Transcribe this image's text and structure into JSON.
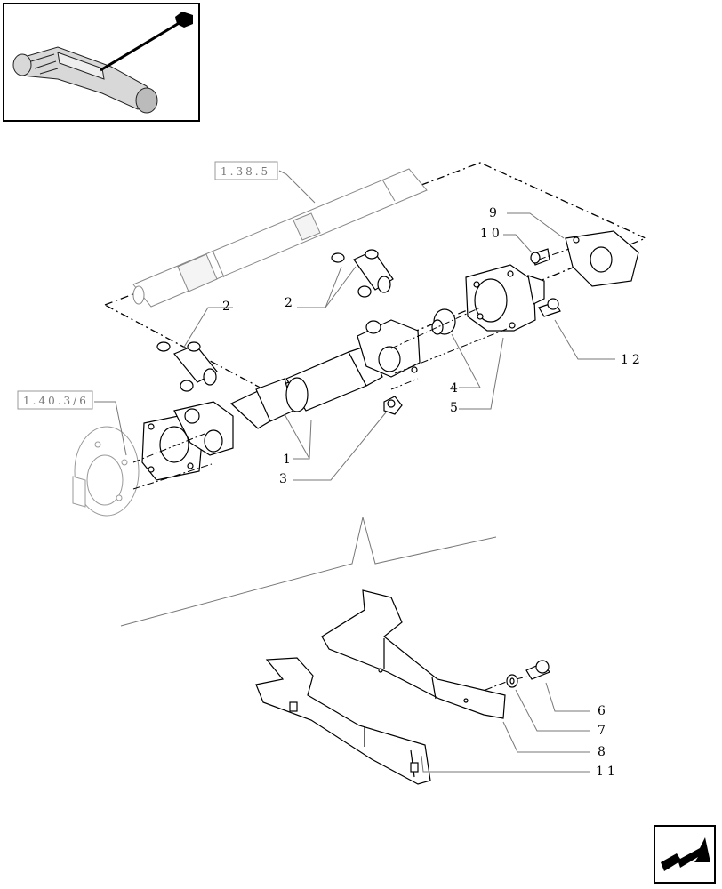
{
  "diagram": {
    "callouts": [
      "1",
      "2",
      "2",
      "3",
      "4",
      "5",
      "6",
      "7",
      "8",
      "9",
      "10",
      "11",
      "12"
    ],
    "references": [
      "1.38.5",
      "1.40.3/6"
    ]
  },
  "nav": {
    "icon": "next-arrow-icon"
  }
}
